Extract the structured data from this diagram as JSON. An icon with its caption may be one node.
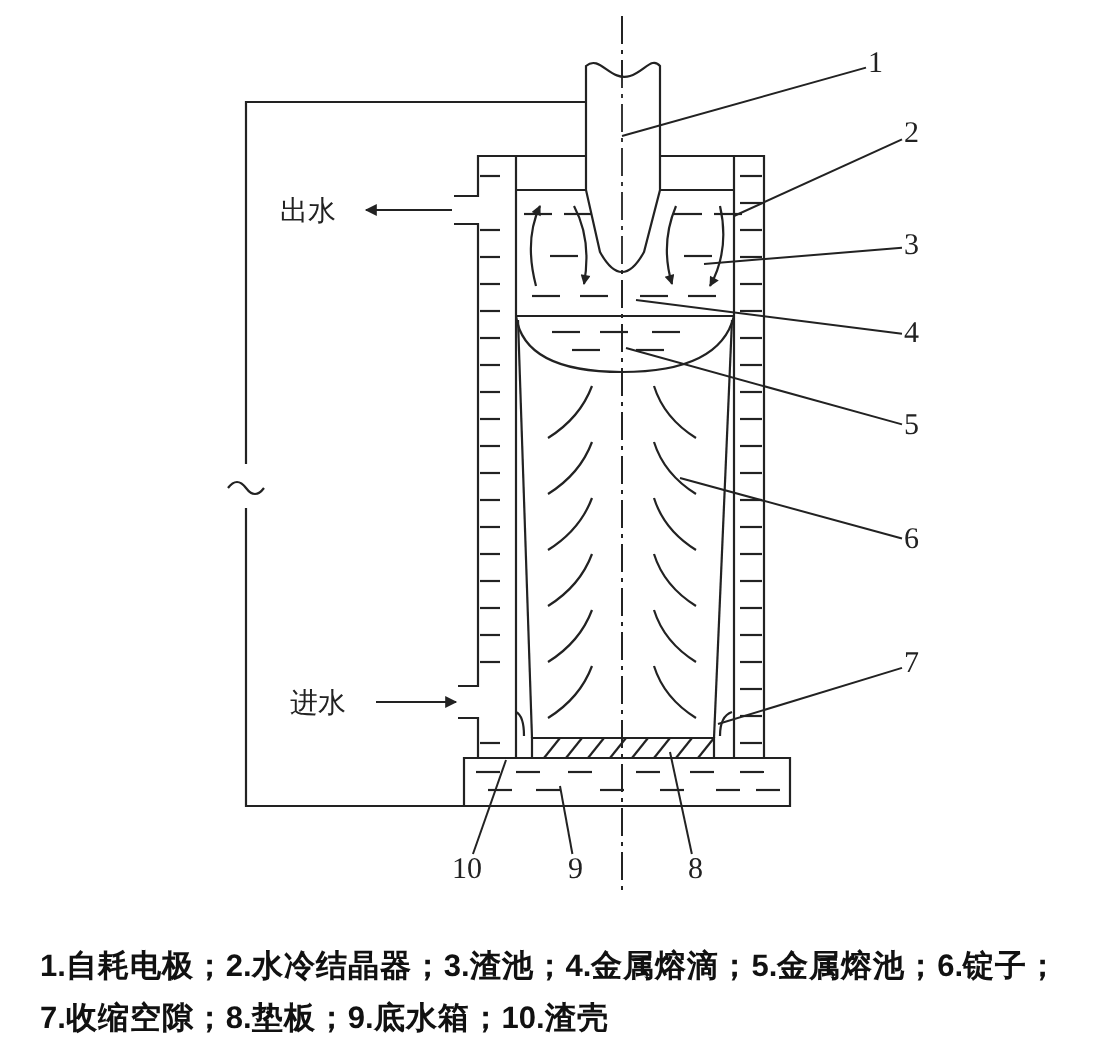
{
  "diagram": {
    "caption": "1.自耗电极；2.水冷结晶器；3.渣池；4.金属熔滴；5.金属熔池；6.锭子；7.收缩空隙；8.垫板；9.底水箱；10.渣壳",
    "nodes": [
      {
        "text": [
          "1"
        ]
      },
      {
        "text": [
          "2"
        ]
      },
      {
        "text": [
          "3"
        ]
      },
      {
        "text": [
          "4"
        ]
      },
      {
        "text": [
          "5"
        ]
      },
      {
        "text": [
          "6"
        ]
      },
      {
        "text": [
          "7"
        ]
      },
      {
        "text": [
          "10"
        ]
      },
      {
        "text": [
          "9"
        ]
      },
      {
        "text": [
          "8"
        ]
      }
    ],
    "edges": [
      {
        "from": 0,
        "to": null,
        "arrow": "none"
      },
      {
        "from": 1,
        "to": null,
        "arrow": "none"
      },
      {
        "from": 2,
        "to": null,
        "arrow": "none"
      },
      {
        "from": 3,
        "to": null,
        "arrow": "none"
      },
      {
        "from": 4,
        "to": null,
        "arrow": "none"
      },
      {
        "from": 5,
        "to": null,
        "arrow": "none"
      },
      {
        "from": 6,
        "to": null,
        "arrow": "none"
      },
      {
        "from": 7,
        "to": null,
        "arrow": "none"
      },
      {
        "from": 8,
        "to": null,
        "arrow": "none"
      },
      {
        "from": 9,
        "to": null,
        "arrow": "none"
      }
    ],
    "labels": [
      "出水",
      "进水"
    ]
  }
}
